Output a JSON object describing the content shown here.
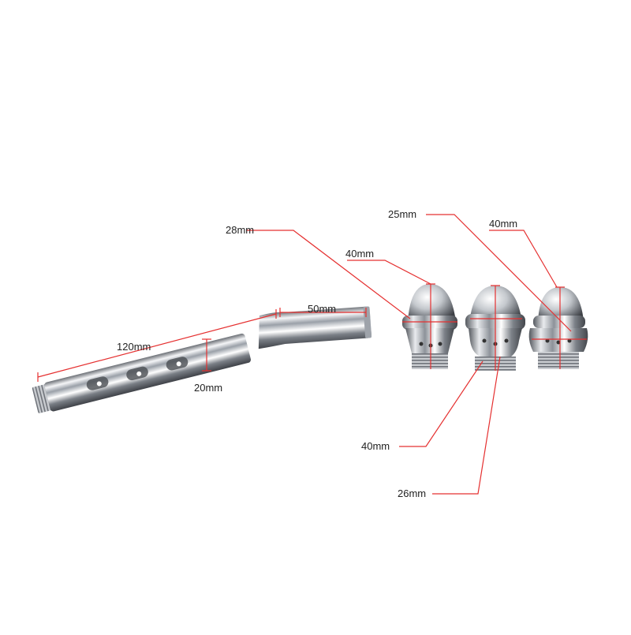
{
  "dimensions": {
    "rod_length": "120mm",
    "rod_diameter": "20mm",
    "rod_bent_section": "50mm",
    "head1_diameter": "28mm",
    "head1_height": "40mm",
    "head2_diameter": "25mm",
    "head2_height": "40mm",
    "head3_height": "40mm",
    "head2_thread_diameter": "26mm"
  },
  "colors": {
    "annotation_red": "#e53030",
    "chrome_dark": "#5a5d63",
    "chrome_light": "#f2f3f5",
    "background": "#ffffff"
  }
}
